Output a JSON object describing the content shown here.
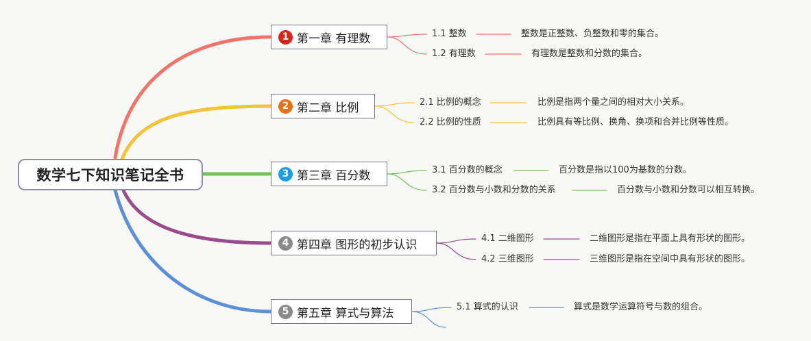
{
  "title": "数学七下知识笔记全书",
  "chapters": [
    {
      "number": "1",
      "label": "第一章 有理数",
      "color": "#f07468",
      "badge_color": "#d9261c",
      "items": [
        {
          "label": "1.1 整数",
          "desc": "整数是正整数、负整数和零的集合。"
        },
        {
          "label": "1.2 有理数",
          "desc": "有理数是整数和分数的集合。"
        }
      ]
    },
    {
      "number": "2",
      "label": "第二章 比例",
      "color": "#f5c33b",
      "badge_color": "#e8701a",
      "items": [
        {
          "label": "2.1 比例的概念",
          "desc": "比例是指两个量之间的相对大小关系。"
        },
        {
          "label": "2.2 比例的性质",
          "desc": "比例具有等比例、换角、换项和合并比例等性质。"
        }
      ]
    },
    {
      "number": "3",
      "label": "第三章 百分数",
      "color": "#74c25a",
      "badge_color": "#1f9be0",
      "items": [
        {
          "label": "3.1 百分数的概念",
          "desc": "百分数是指以100为基数的分数。"
        },
        {
          "label": "3.2 百分数与小数和分数的关系",
          "desc": "百分数与小数和分数可以相互转换。"
        }
      ]
    },
    {
      "number": "4",
      "label": "第四章 图形的初步认识",
      "color": "#9b4a8c",
      "badge_color": "#8a8a8a",
      "items": [
        {
          "label": "4.1 二维图形",
          "desc": "二维图形是指在平面上具有形状的图形。"
        },
        {
          "label": "4.2 三维图形",
          "desc": "三维图形是指在空间中具有形状的图形。"
        }
      ]
    },
    {
      "number": "5",
      "label": "第五章 算式与算法",
      "color": "#5b8fd6",
      "badge_color": "#8a8a8a",
      "items": [
        {
          "label": "5.1 算式的认识",
          "desc": "算式是数学运算符号与数的组合。"
        }
      ]
    }
  ]
}
